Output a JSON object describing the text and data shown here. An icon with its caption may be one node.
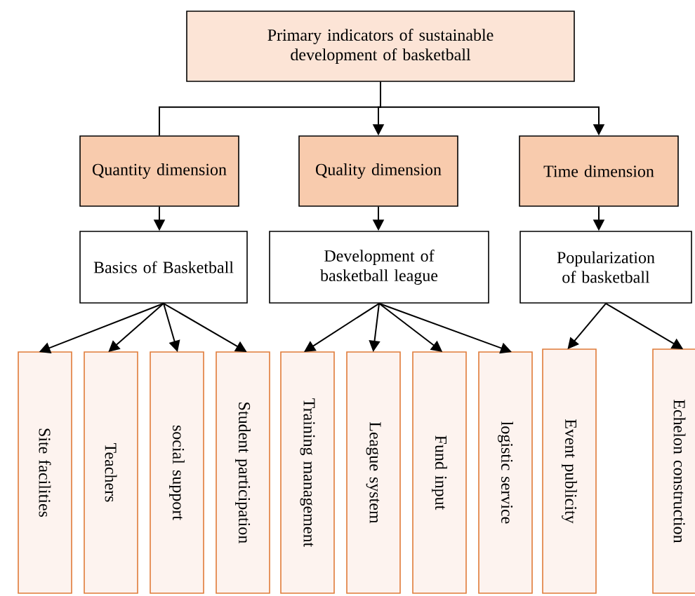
{
  "diagram": {
    "nodes": [
      {
        "text": [
          "Primary indicators of sustainable development of basketball"
        ]
      },
      {
        "text": [
          "Quantity dimension"
        ]
      },
      {
        "text": [
          "Quality dimension"
        ]
      },
      {
        "text": [
          "Time dimension"
        ]
      },
      {
        "text": [
          "Basics of Basketball"
        ]
      },
      {
        "text": [
          "Development of basketball league"
        ]
      },
      {
        "text": [
          "Popularization of basketball"
        ]
      },
      {
        "text": [
          "Site facilities"
        ]
      },
      {
        "text": [
          "Teachers"
        ]
      },
      {
        "text": [
          "social support"
        ]
      },
      {
        "text": [
          "Student participation"
        ]
      },
      {
        "text": [
          "Training management"
        ]
      },
      {
        "text": [
          "League system"
        ]
      },
      {
        "text": [
          "Fund input"
        ]
      },
      {
        "text": [
          "logistic service"
        ]
      },
      {
        "text": [
          "Event publicity"
        ]
      },
      {
        "text": [
          "Echelon construction"
        ]
      }
    ],
    "edges": [
      {
        "from": 0,
        "to": 1,
        "arrow": "none"
      },
      {
        "from": 0,
        "to": 2,
        "arrow": "to"
      },
      {
        "from": 0,
        "to": 3,
        "arrow": "to"
      },
      {
        "from": 1,
        "to": 4,
        "arrow": "to"
      },
      {
        "from": 2,
        "to": 5,
        "arrow": "to"
      },
      {
        "from": 3,
        "to": 6,
        "arrow": "to"
      },
      {
        "from": 4,
        "to": 7,
        "arrow": "to"
      },
      {
        "from": 4,
        "to": 8,
        "arrow": "to"
      },
      {
        "from": 4,
        "to": 9,
        "arrow": "to"
      },
      {
        "from": 4,
        "to": 10,
        "arrow": "to"
      },
      {
        "from": 5,
        "to": 11,
        "arrow": "to"
      },
      {
        "from": 5,
        "to": 12,
        "arrow": "to"
      },
      {
        "from": 5,
        "to": 13,
        "arrow": "to"
      },
      {
        "from": 5,
        "to": 14,
        "arrow": "to"
      },
      {
        "from": 6,
        "to": 15,
        "arrow": "to"
      },
      {
        "from": 6,
        "to": 16,
        "arrow": "to"
      }
    ]
  }
}
